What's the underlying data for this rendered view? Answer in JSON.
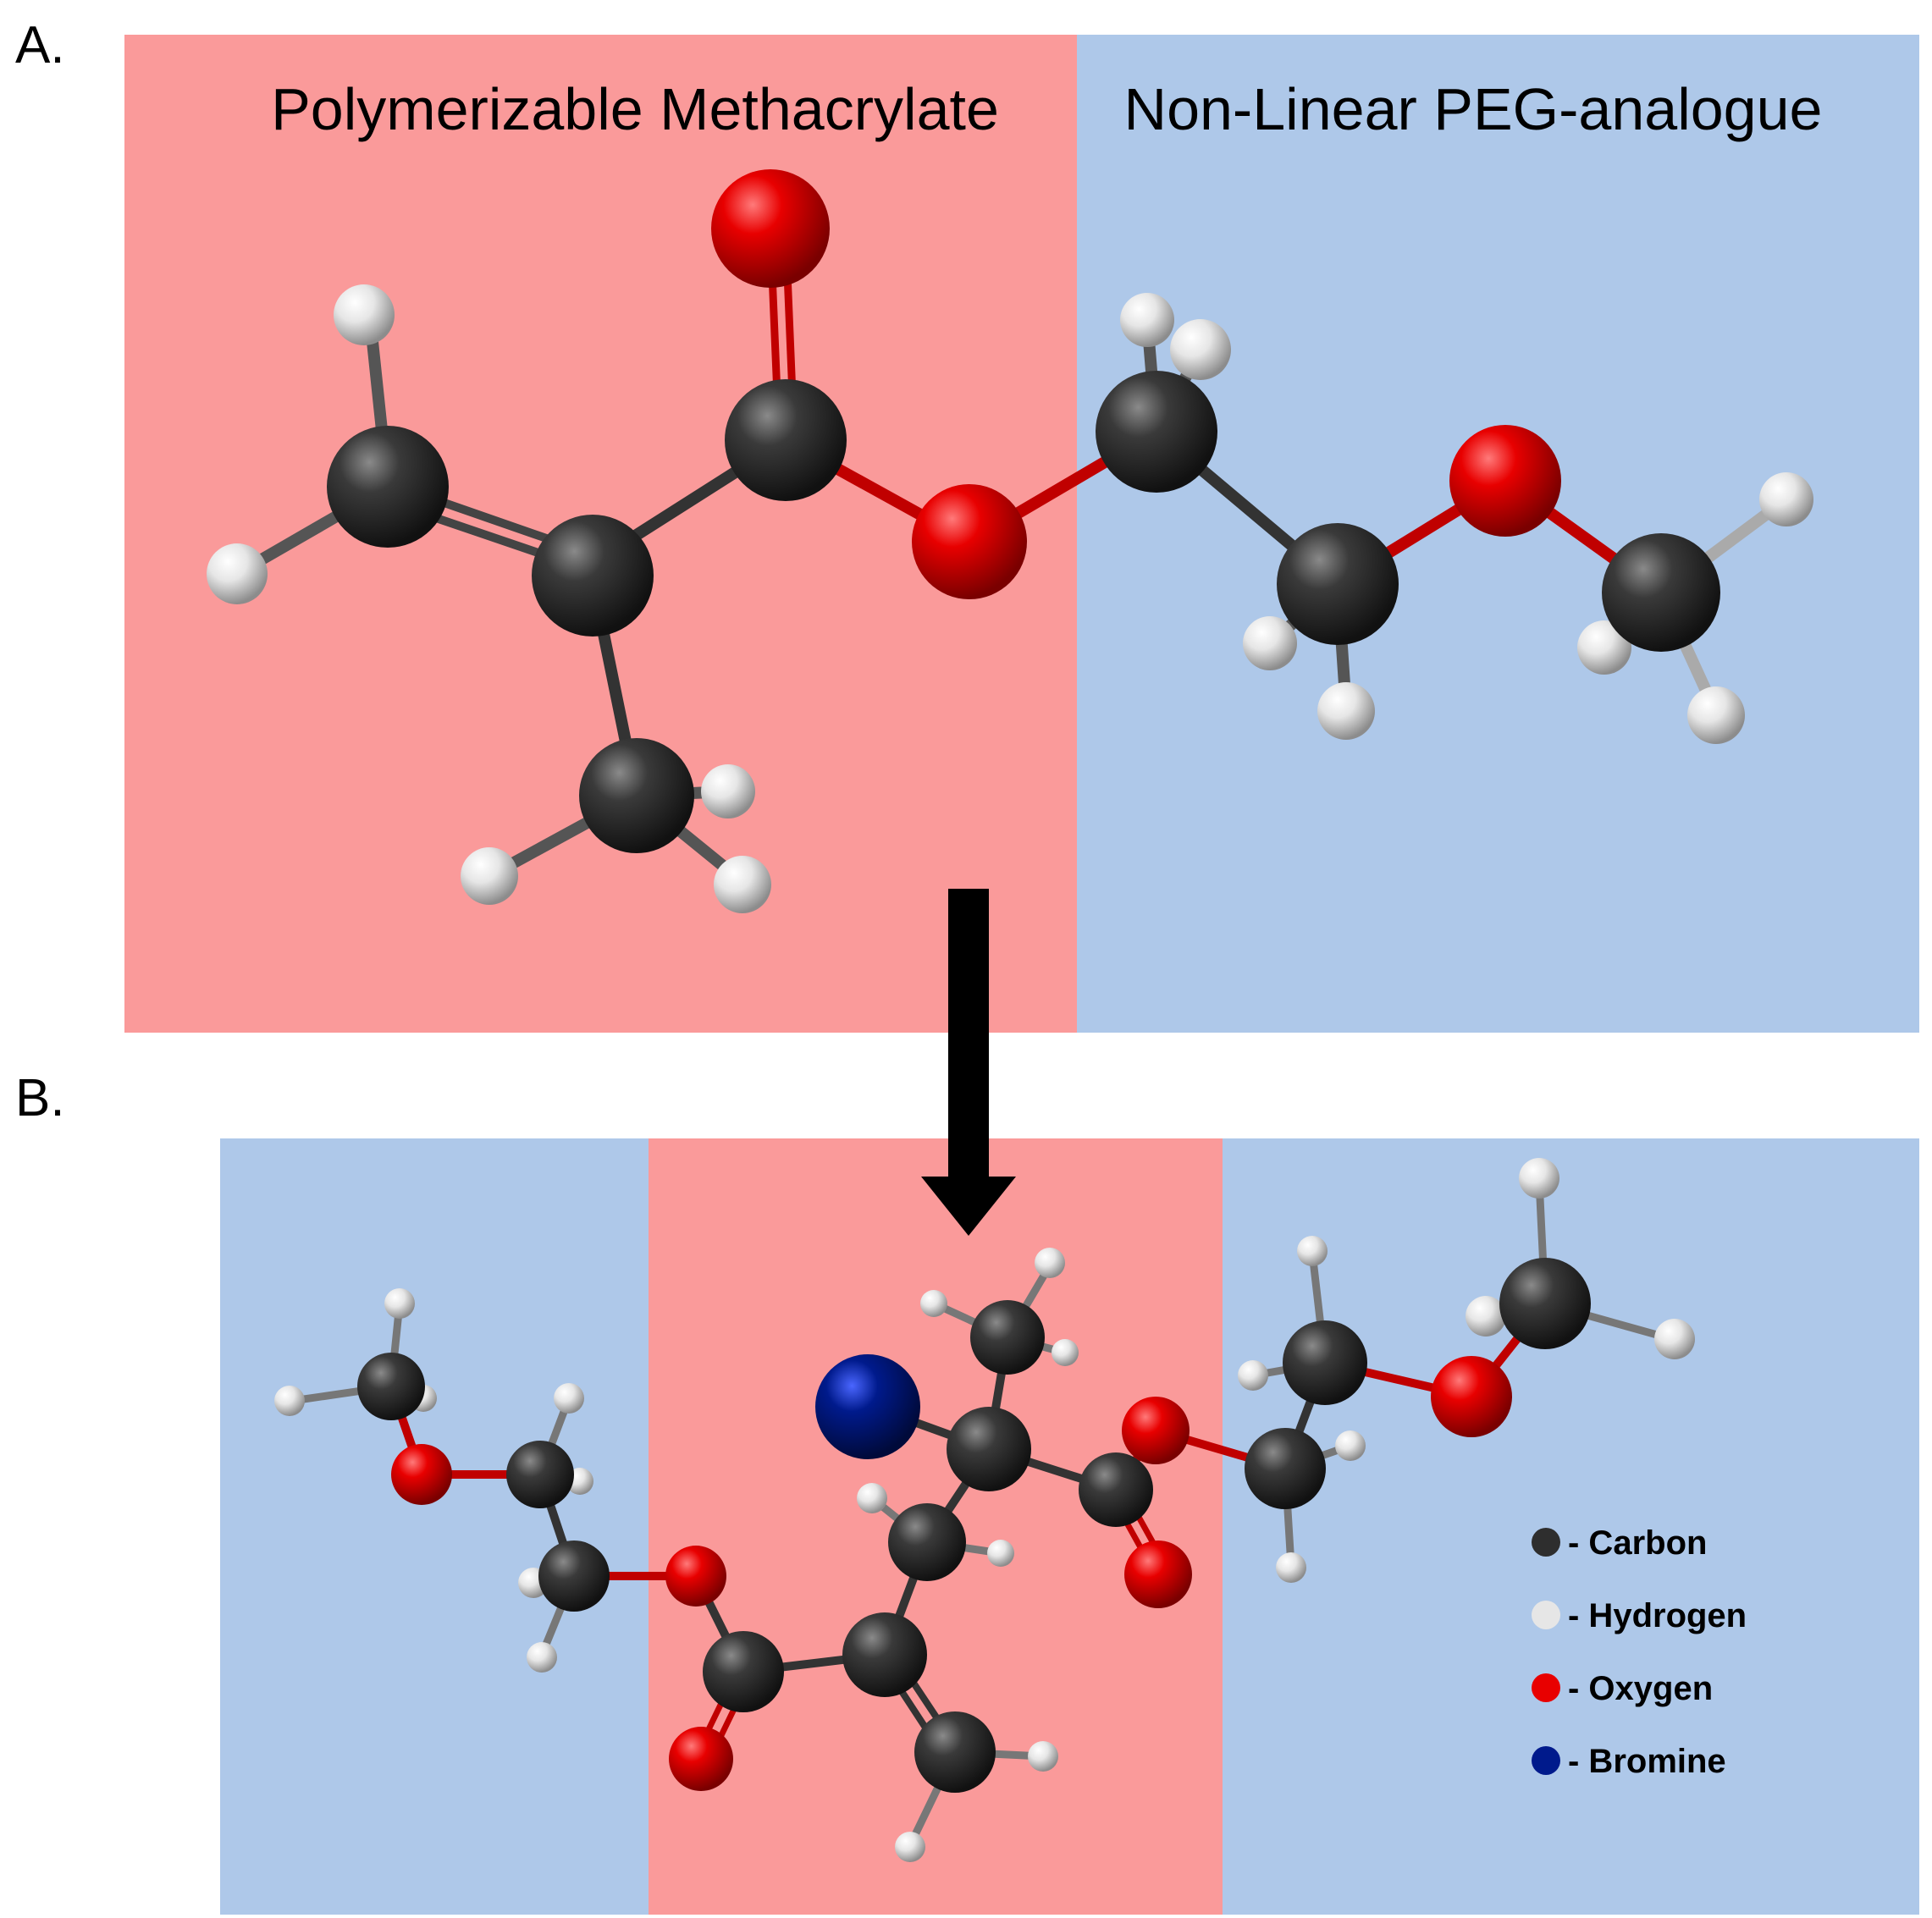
{
  "panel_a": {
    "label": "A.",
    "regions": [
      {
        "title": "Polymerizable Methacrylate",
        "color": "#fa9a9a"
      },
      {
        "title": "Non-Linear PEG-analogue",
        "color": "#aec8e9"
      }
    ]
  },
  "panel_b": {
    "label": "B."
  },
  "colors": {
    "carbon": "#2e2e2e",
    "hydrogen": "#e6e6e6",
    "oxygen": "#e80000",
    "bromine": "#001a8c",
    "arrow": "#000000"
  },
  "legend": [
    {
      "symbol": "carbon",
      "label": "- Carbon"
    },
    {
      "symbol": "hydrogen",
      "label": "- Hydrogen"
    },
    {
      "symbol": "oxygen",
      "label": "- Oxygen"
    },
    {
      "symbol": "bromine",
      "label": "- Bromine"
    }
  ]
}
